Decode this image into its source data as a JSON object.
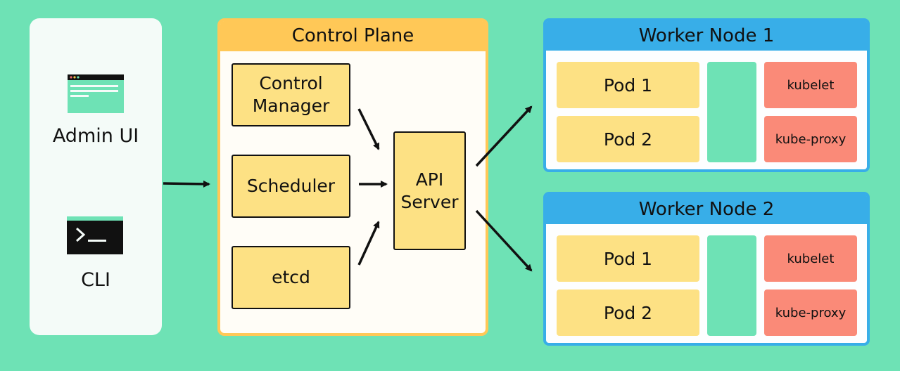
{
  "clients": {
    "admin_ui_label": "Admin UI",
    "cli_label": "CLI",
    "admin_icon": "browser-window-icon",
    "cli_icon": "terminal-window-icon"
  },
  "control_plane": {
    "title": "Control Plane",
    "control_manager": "Control\nManager",
    "scheduler": "Scheduler",
    "etcd": "etcd",
    "api_server": "API\nServer"
  },
  "worker_nodes": [
    {
      "title": "Worker Node 1",
      "pod1": "Pod 1",
      "pod2": "Pod 2",
      "kubelet": "kubelet",
      "kube_proxy": "kube-proxy"
    },
    {
      "title": "Worker Node 2",
      "pod1": "Pod 1",
      "pod2": "Pod 2",
      "kubelet": "kubelet",
      "kube_proxy": "kube-proxy"
    }
  ],
  "colors": {
    "background": "#6ee2b5",
    "control_plane_accent": "#ffc857",
    "component_fill": "#fde184",
    "worker_accent": "#38aee8",
    "agent_fill": "#fa8a78"
  }
}
